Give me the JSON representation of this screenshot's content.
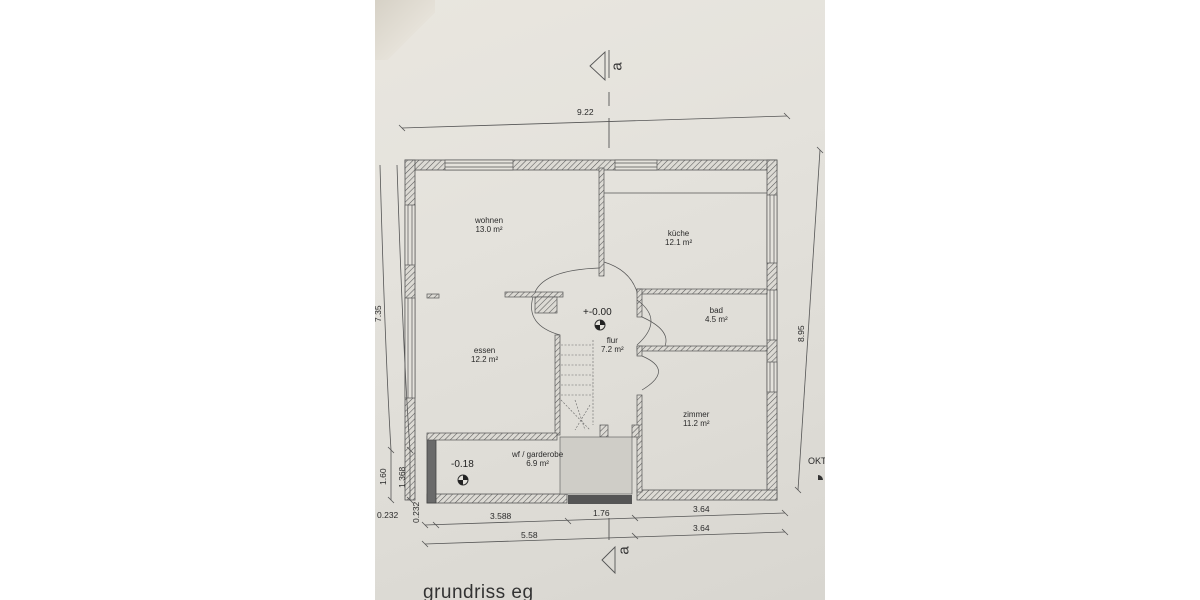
{
  "drawing": {
    "title": "grundriss eg",
    "section_marker": "a",
    "partial_label_right": "OKT"
  },
  "rooms": [
    {
      "name": "wohnen",
      "area": "13.0 m²"
    },
    {
      "name": "küche",
      "area": "12.1 m²"
    },
    {
      "name": "bad",
      "area": "4.5 m²"
    },
    {
      "name": "flur",
      "area": "7.2 m²"
    },
    {
      "name": "essen",
      "area": "12.2 m²"
    },
    {
      "name": "zimmer",
      "area": "11.2 m²"
    },
    {
      "name": "wf / garderobe",
      "area": "6.9 m²"
    }
  ],
  "levels": [
    {
      "value": "+-0.00",
      "location": "flur"
    },
    {
      "value": "-0.18",
      "location": "wf / garderobe"
    }
  ],
  "dimensions": {
    "top_overall": "9.22",
    "right_overall": "8.95",
    "left_upper": "7.35",
    "left_lower_outer": "1.60",
    "left_lower_inner": "1.368",
    "left_bottom_outer": "0.232",
    "left_bottom_inner": "0.232",
    "bottom_row1": [
      "3.588",
      "1.76",
      "3.64"
    ],
    "bottom_row2": [
      "5.58",
      "3.64"
    ]
  },
  "colors": {
    "paper": "#e4e2dc",
    "line": "#4a4a4a",
    "text": "#2a2a2a"
  }
}
